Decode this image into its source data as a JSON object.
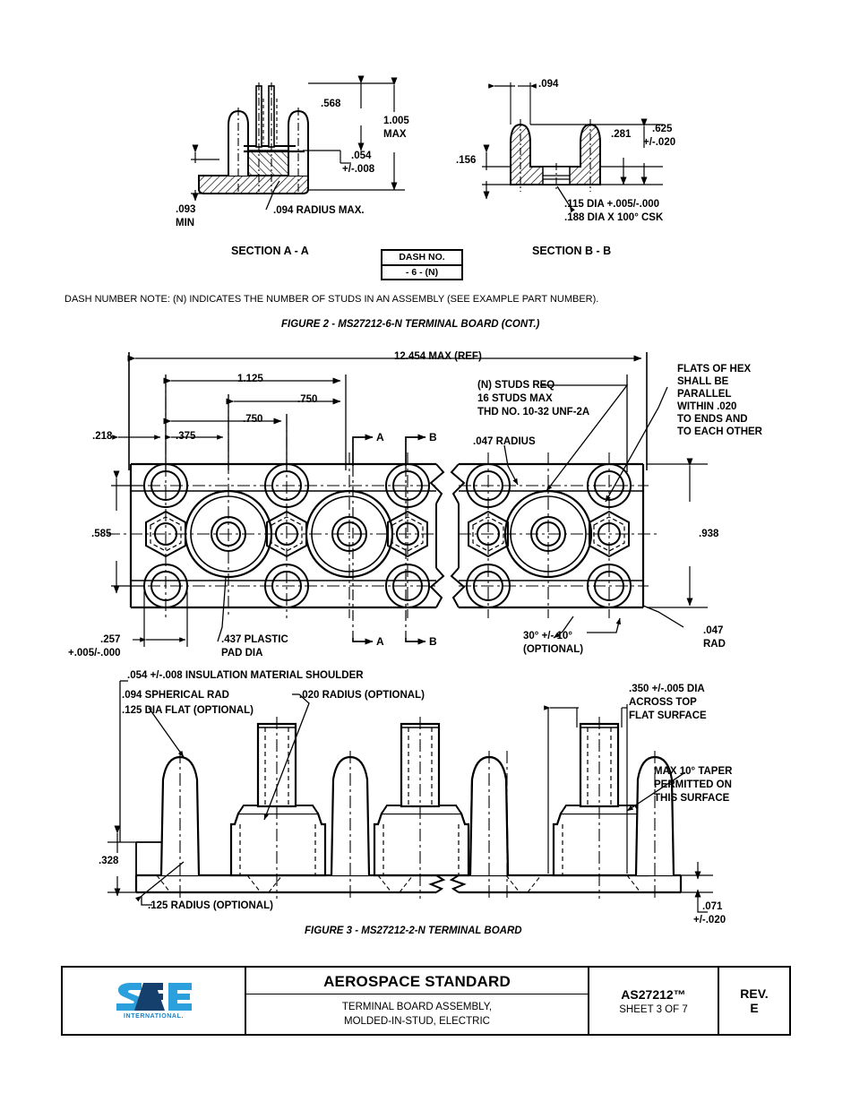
{
  "document": {
    "sheet_title": "AEROSPACE STANDARD",
    "subtitle_line1": "TERMINAL BOARD ASSEMBLY,",
    "subtitle_line2": "MOLDED-IN-STUD, ELECTRIC",
    "doc_number": "AS27212™",
    "sheet_of": "SHEET 3 OF 7",
    "rev_label": "REV.",
    "rev_value": "E",
    "logo_text": "SAE",
    "logo_sub": "INTERNATIONAL."
  },
  "dash_table": {
    "header": "DASH NO.",
    "value": "- 6 - (N)"
  },
  "notes": {
    "dash_number_note": "DASH NUMBER NOTE: (N) INDICATES THE NUMBER OF STUDS IN AN ASSEMBLY (SEE EXAMPLE PART NUMBER)."
  },
  "figures": {
    "figure2_caption": "FIGURE 2 - MS27212-6-N TERMINAL BOARD (CONT.)",
    "figure3_caption": "FIGURE 3 - MS27212-2-N TERMINAL BOARD"
  },
  "section_aa": {
    "label": "SECTION A - A",
    "dims": {
      "d_568": ".568",
      "d_1005": "1.005",
      "d_1005_max": "MAX",
      "d_054": ".054",
      "d_054_tol": "+/-.008",
      "d_093": ".093",
      "d_093_min": "MIN",
      "radius_note": ".094 RADIUS MAX."
    }
  },
  "section_bb": {
    "label": "SECTION B - B",
    "dims": {
      "d_094": ".094",
      "d_156": ".156",
      "d_281": ".281",
      "d_625": ".625",
      "d_625_tol": "+/-.020",
      "hole_line1": ".115 DIA +.005/-.000",
      "hole_line2": ".188 DIA X 100° CSK"
    }
  },
  "plan_view": {
    "dims": {
      "overall": "12.454 MAX (REF)",
      "d_1125": "1.125",
      "d_750_upper": ".750",
      "d_750_lower": ".750",
      "d_218": ".218",
      "d_375": ".375",
      "d_585": ".585",
      "d_938": ".938",
      "d_257": ".257",
      "d_257_tol": "+.005/-.000",
      "d_047_rad_label": ".047",
      "d_047_rad_label2": "RAD"
    },
    "callouts": {
      "studs_l1": "(N) STUDS REQ",
      "studs_l2": "16 STUDS MAX",
      "studs_l3": "THD NO. 10-32 UNF-2A",
      "radius_047": ".047 RADIUS",
      "flats_l1": "FLATS OF HEX",
      "flats_l2": "SHALL BE",
      "flats_l3": "PARALLEL",
      "flats_l4": "WITHIN .020",
      "flats_l5": "TO ENDS AND",
      "flats_l6": "TO EACH OTHER",
      "plastic_pad_l1": ".437 PLASTIC",
      "plastic_pad_l2": "PAD DIA",
      "angle_l1": "30° +/- 10°",
      "angle_l2": "(OPTIONAL)"
    },
    "section_marks": {
      "a_top": "A",
      "b_top": "B",
      "a_bottom": "A",
      "b_bottom": "B"
    }
  },
  "elevation_view": {
    "callouts": {
      "shoulder": ".054 +/-.008 INSULATION MATERIAL SHOULDER",
      "spherical_rad": ".094 SPHERICAL RAD",
      "dia_flat": ".125 DIA FLAT (OPTIONAL)",
      "radius_020": ".020 RADIUS (OPTIONAL)",
      "across_top_l1": ".350 +/-.005 DIA",
      "across_top_l2": "ACROSS TOP",
      "across_top_l3": "FLAT SURFACE",
      "taper_l1": "MAX 10° TAPER",
      "taper_l2": "PERMITTED ON",
      "taper_l3": "THIS SURFACE",
      "radius_125": ".125 RADIUS (OPTIONAL)"
    },
    "dims": {
      "d_328": ".328",
      "d_071": ".071",
      "d_071_tol": "+/-.020"
    }
  }
}
